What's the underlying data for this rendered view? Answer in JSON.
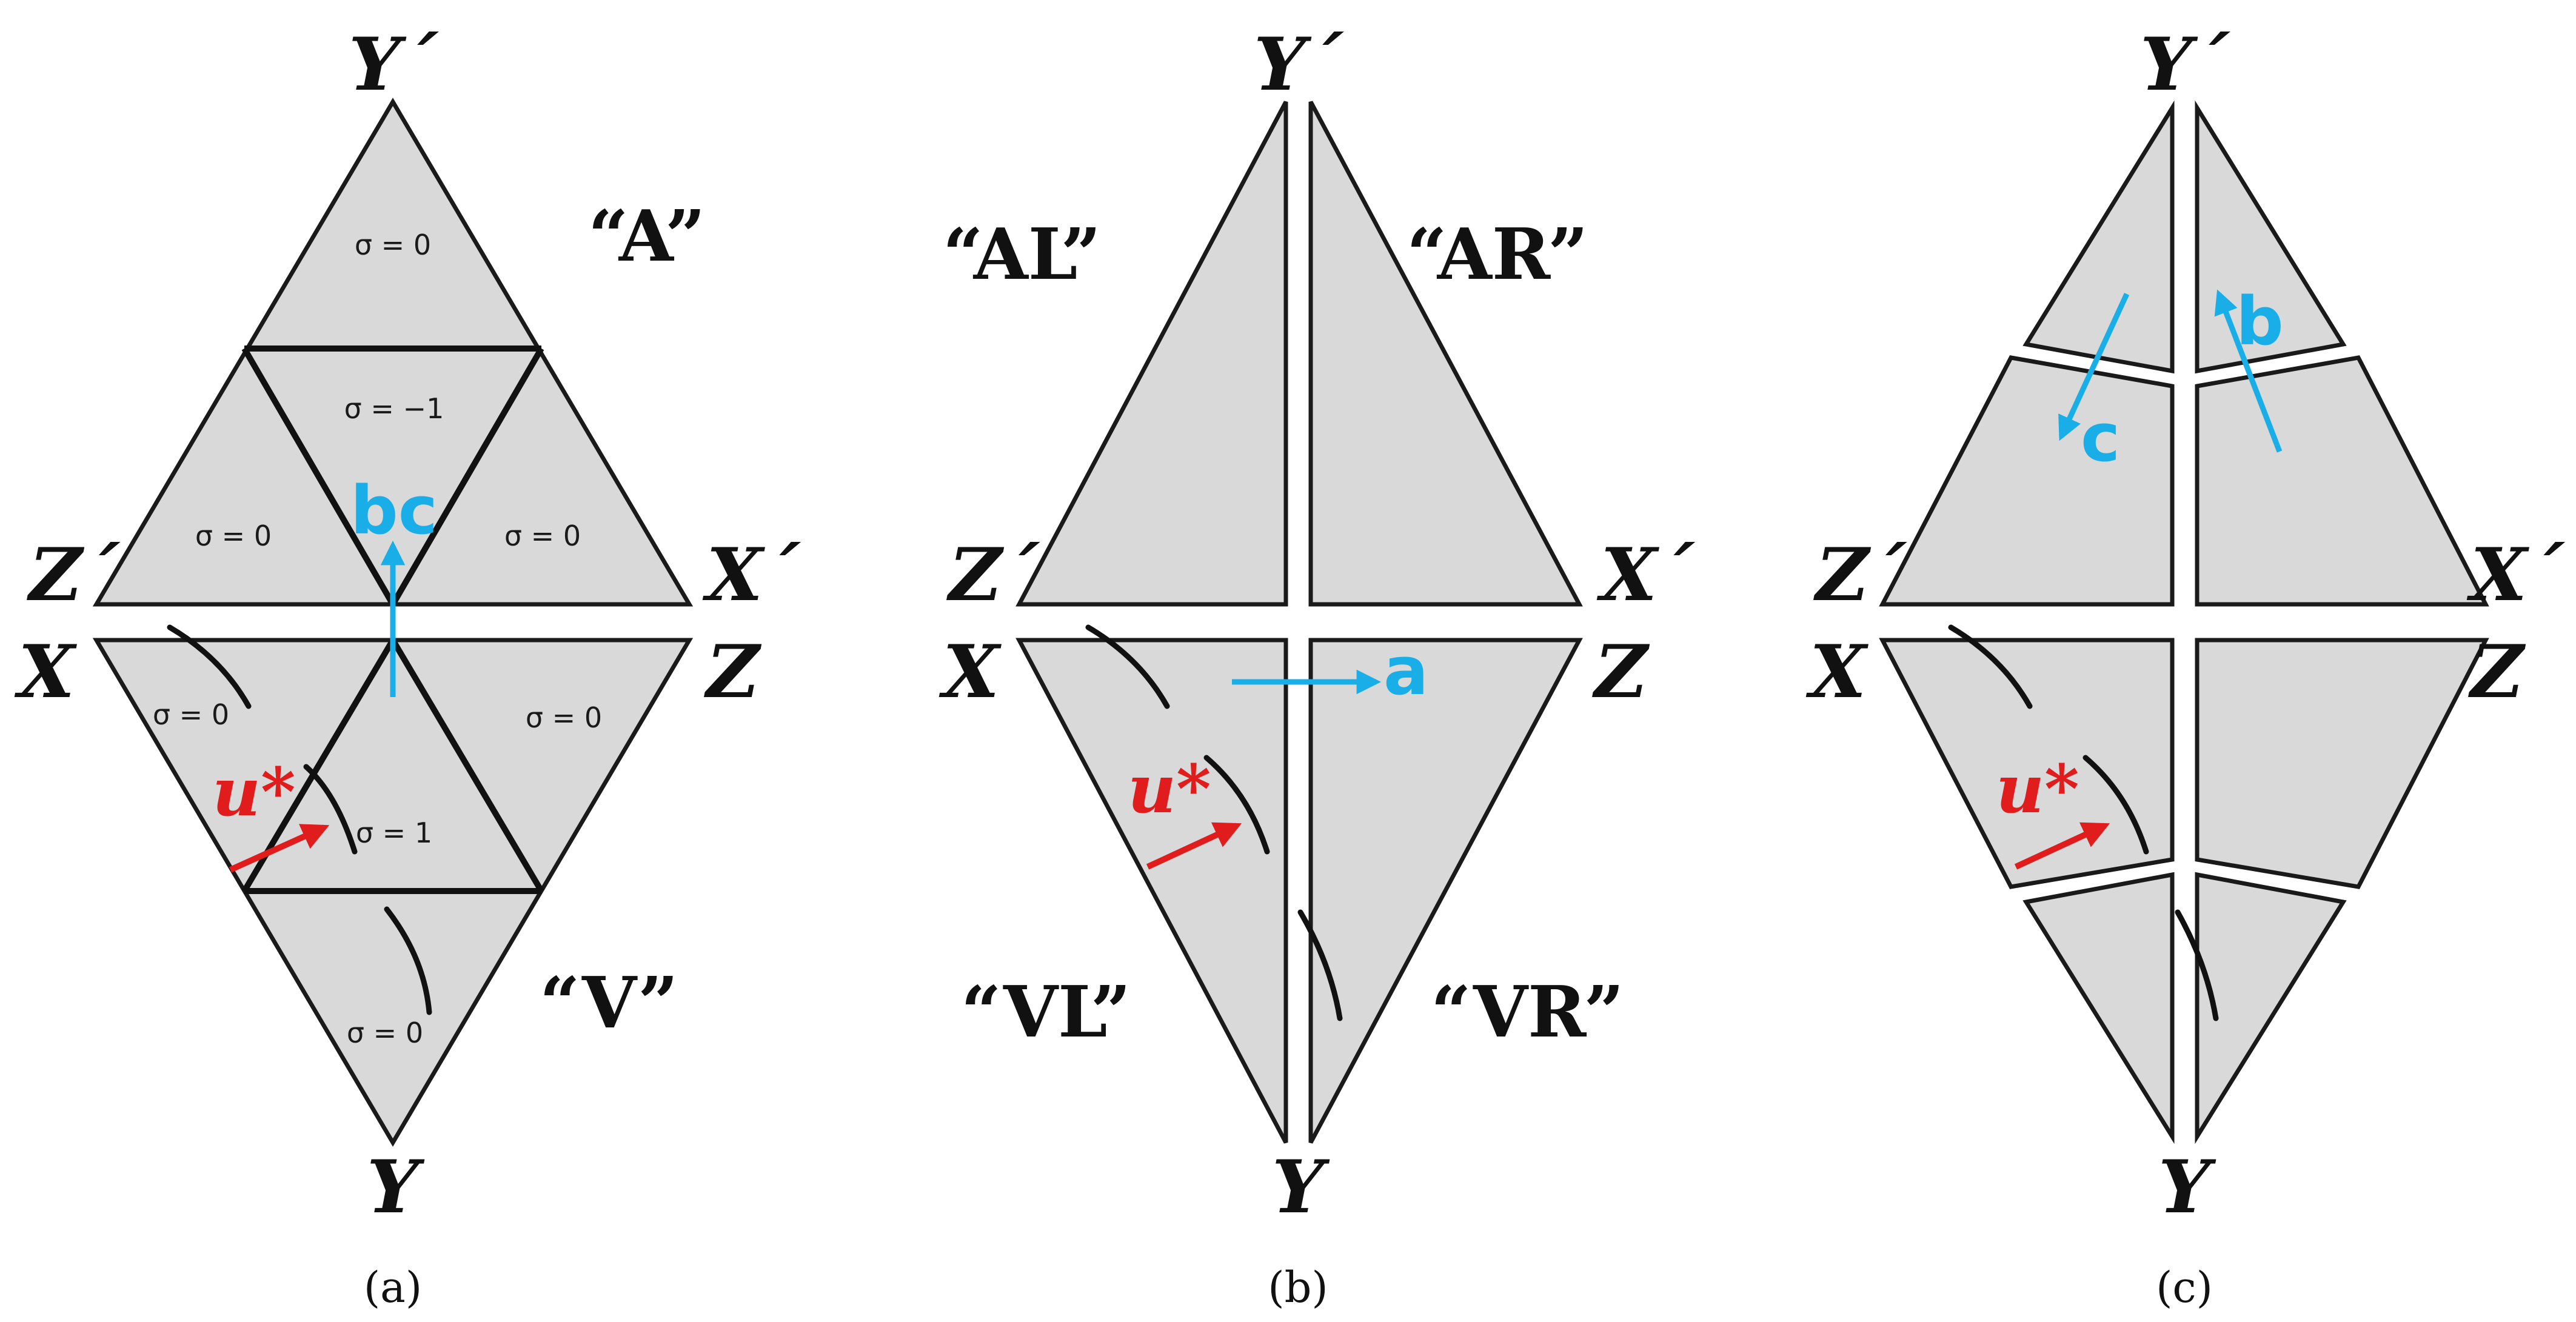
{
  "colors": {
    "fill": "#d9d9d9",
    "outline": "#1a1a1a",
    "blue": "#19aee8",
    "red": "#e01c1c"
  },
  "vertices": {
    "y_prime": "Y´",
    "y": "Y",
    "x_prime": "X´",
    "x": "X",
    "z_prime": "Z´",
    "z": "Z"
  },
  "panel_a": {
    "caption": "(a)",
    "region_top": "“A”",
    "region_bottom": "“V”",
    "sigma_top": "σ = 0",
    "sigma_center_up": "σ = −1",
    "sigma_left_up": "σ = 0",
    "sigma_right_up": "σ = 0",
    "sigma_left_down": "σ = 0",
    "sigma_right_down": "σ = 0",
    "sigma_center_down": "σ = 1",
    "sigma_bottom": "σ = 0",
    "arrow_label": "bc",
    "velocity_label": "u*"
  },
  "panel_b": {
    "caption": "(b)",
    "region_al": "“AL”",
    "region_ar": "“AR”",
    "region_vl": "“VL”",
    "region_vr": "“VR”",
    "arrow_label": "a",
    "velocity_label": "u*"
  },
  "panel_c": {
    "caption": "(c)",
    "arrow_label_b": "b",
    "arrow_label_c": "c",
    "velocity_label": "u*"
  }
}
